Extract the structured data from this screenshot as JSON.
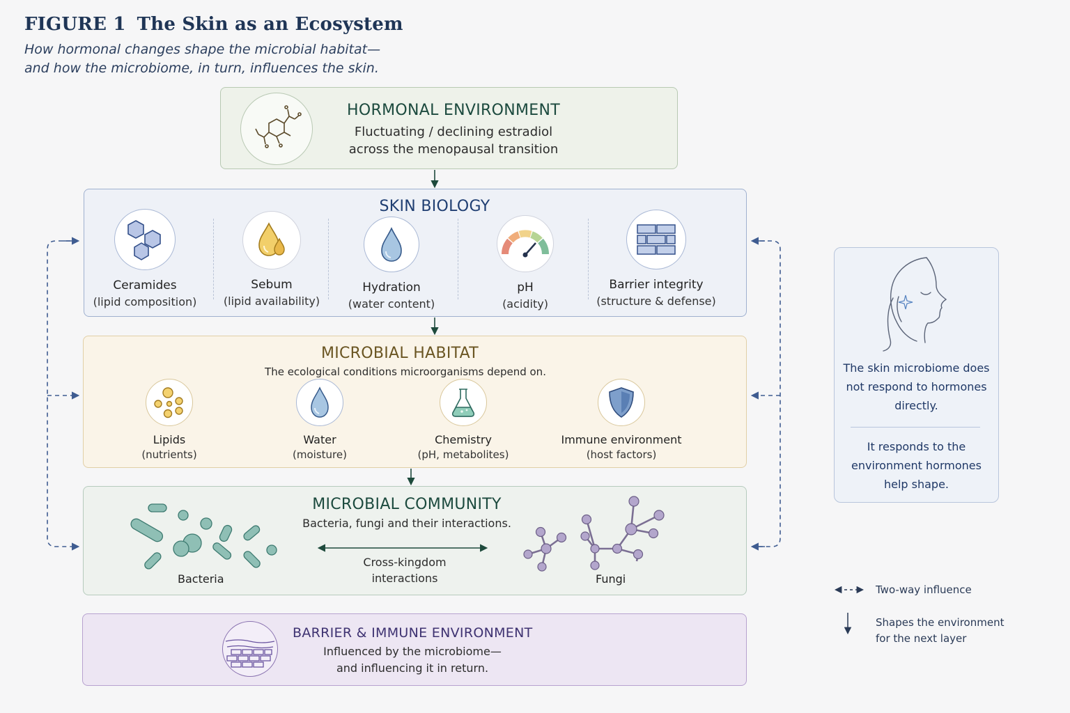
{
  "figure": {
    "number": "FIGURE 1",
    "title": "The Skin as an Ecosystem",
    "subtitle_line1": "How hormonal changes shape the microbial habitat—",
    "subtitle_line2": "and how the microbiome, in turn, influences the skin."
  },
  "hormonal": {
    "heading": "HORMONAL ENVIRONMENT",
    "line1": "Fluctuating / declining estradiol",
    "line2": "across the menopausal transition",
    "icon": "molecule-structure-icon"
  },
  "skin_biology": {
    "heading": "SKIN BIOLOGY",
    "items": [
      {
        "label": "Ceramides",
        "sub": "(lipid composition)",
        "icon": "hexagon-cluster-icon"
      },
      {
        "label": "Sebum",
        "sub": "(lipid availability)",
        "icon": "oil-drops-icon"
      },
      {
        "label": "Hydration",
        "sub": "(water content)",
        "icon": "water-drop-icon"
      },
      {
        "label": "pH",
        "sub": "(acidity)",
        "icon": "ph-gauge-icon"
      },
      {
        "label": "Barrier integrity",
        "sub": "(structure & defense)",
        "icon": "brick-wall-icon"
      }
    ]
  },
  "habitat": {
    "heading": "MICROBIAL HABITAT",
    "subtitle": "The ecological conditions microorganisms depend on.",
    "items": [
      {
        "label": "Lipids",
        "sub": "(nutrients)",
        "icon": "lipid-droplets-icon"
      },
      {
        "label": "Water",
        "sub": "(moisture)",
        "icon": "water-drop-icon"
      },
      {
        "label": "Chemistry",
        "sub": "(pH, metabolites)",
        "icon": "flask-icon"
      },
      {
        "label": "Immune environment",
        "sub": "(host factors)",
        "icon": "shield-icon"
      }
    ]
  },
  "community": {
    "heading": "MICROBIAL COMMUNITY",
    "subtitle": "Bacteria, fungi and their interactions.",
    "bacteria_label": "Bacteria",
    "fungi_label": "Fungi",
    "cross_line1": "Cross-kingdom",
    "cross_line2": "interactions"
  },
  "barrier": {
    "heading": "BARRIER & IMMUNE ENVIRONMENT",
    "line1": "Influenced by the microbiome—",
    "line2": "and influencing it in return.",
    "icon": "skin-layers-icon"
  },
  "side_note": {
    "text1_l1": "The skin microbiome does",
    "text1_l2": "not respond to hormones",
    "text1_l3": "directly.",
    "text2_l1": "It responds to the",
    "text2_l2": "environment hormones",
    "text2_l3": "help shape.",
    "icon": "face-profile-icon"
  },
  "legend": {
    "two_way": "Two-way influence",
    "shapes_l1": "Shapes the environment",
    "shapes_l2": "for the next layer"
  },
  "colors": {
    "navy": "#1f3e72",
    "arrow_green": "#1e4a3c",
    "dash_blue": "#3f5c91"
  }
}
